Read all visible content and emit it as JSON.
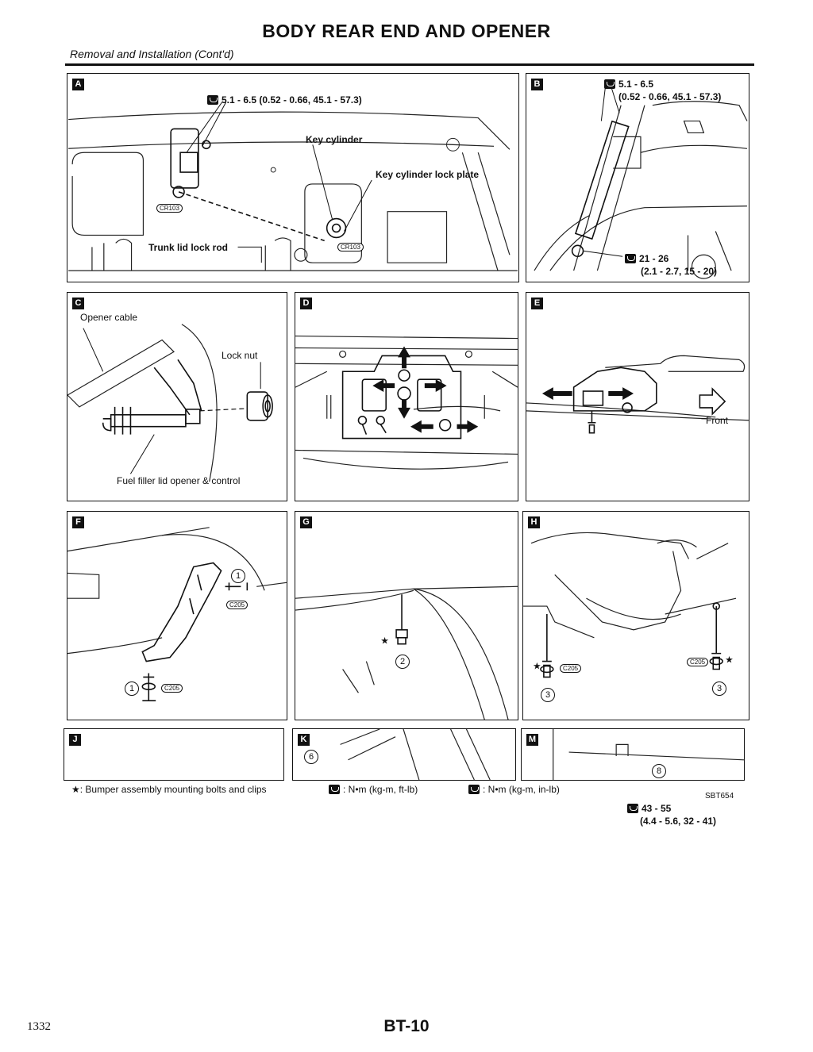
{
  "header": {
    "title": "BODY REAR END AND OPENER",
    "subtitle": "Removal and Installation (Cont'd)"
  },
  "panels": {
    "A": {
      "label": "A",
      "torque": "5.1 - 6.5 (0.52 - 0.66, 45.1 - 57.3)",
      "key_cylinder": "Key cylinder",
      "key_cylinder_lock_plate": "Key cylinder lock plate",
      "trunk_lid_lock_rod": "Trunk lid lock rod",
      "badge": "CR103"
    },
    "B": {
      "label": "B",
      "torque_top_line1": "5.1 - 6.5",
      "torque_top_line2": "(0.52 - 0.66, 45.1 - 57.3)",
      "torque_bottom_line1": "21 - 26",
      "torque_bottom_line2": "(2.1 - 2.7, 15 - 20)"
    },
    "C": {
      "label": "C",
      "opener_cable": "Opener cable",
      "lock_nut": "Lock nut",
      "fuel_filler": "Fuel filler lid opener & control"
    },
    "D": {
      "label": "D"
    },
    "E": {
      "label": "E",
      "front": "Front"
    },
    "F": {
      "label": "F",
      "num1": "1",
      "badge": "C205"
    },
    "G": {
      "label": "G",
      "num2": "2"
    },
    "H": {
      "label": "H",
      "num3": "3",
      "badge": "C205"
    },
    "J": {
      "label": "J"
    },
    "K": {
      "label": "K",
      "num6": "6"
    },
    "M": {
      "label": "M",
      "num8": "8",
      "torque_line1": "43 - 55",
      "torque_line2": "(4.4 - 5.6, 32 - 41)"
    }
  },
  "legend": {
    "star": "★: Bumper assembly mounting bolts and clips",
    "nm_ftlb": ": N•m (kg-m, ft-lb)",
    "nm_inlb": ": N•m (kg-m, in-lb)",
    "code": "SBT654"
  },
  "footer": {
    "page_number": "1332",
    "section": "BT-10"
  }
}
